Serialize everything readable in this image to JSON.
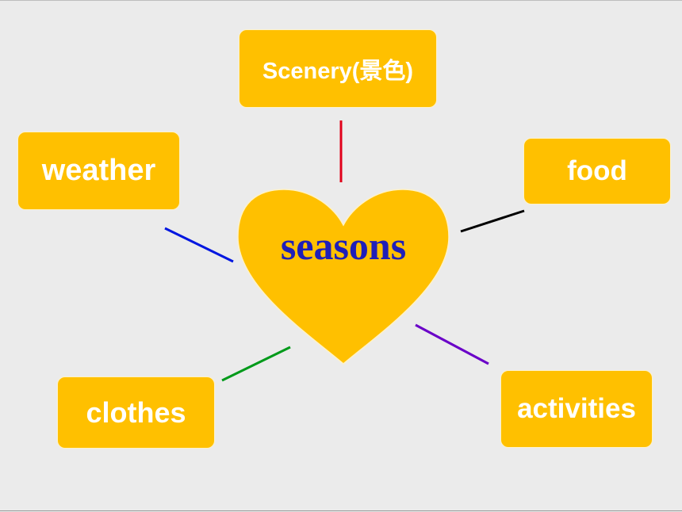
{
  "diagram": {
    "center": {
      "label": "seasons",
      "color": "#1f1fb8"
    },
    "nodes": [
      {
        "id": "scenery",
        "label": "Scenery(景色)",
        "line_color": "#e0001a"
      },
      {
        "id": "weather",
        "label": "weather",
        "line_color": "#0016e0"
      },
      {
        "id": "food",
        "label": "food",
        "line_color": "#000000"
      },
      {
        "id": "clothes",
        "label": "clothes",
        "line_color": "#009a1a"
      },
      {
        "id": "activities",
        "label": "activities",
        "line_color": "#6a00c8"
      }
    ],
    "fill_color": "#ffc000",
    "text_color": "#ffffff"
  }
}
